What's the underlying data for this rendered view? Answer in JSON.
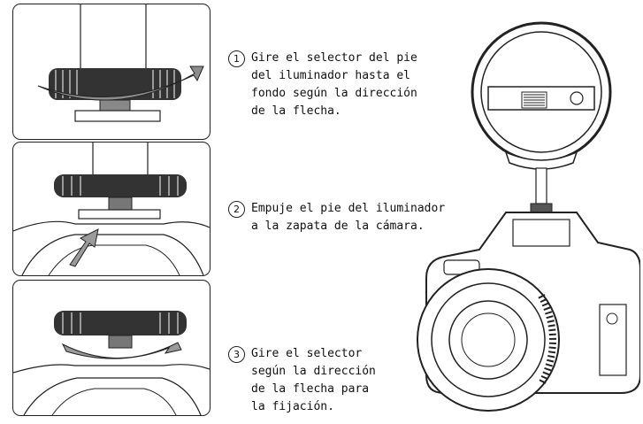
{
  "steps": [
    {
      "number": "1",
      "lines": [
        "Gire el selector del pie",
        "del iluminador hasta el",
        "fondo según la dirección",
        "de la flecha."
      ]
    },
    {
      "number": "2",
      "lines": [
        "Empuje el pie del iluminador",
        "a la zapata de la cámara."
      ]
    },
    {
      "number": "3",
      "lines": [
        "Gire el selector",
        "según la dirección",
        "de la flecha para",
        "la fijación."
      ]
    }
  ],
  "colors": {
    "line": "#222222",
    "arrow": "#9a9a9a",
    "background": "#ffffff"
  }
}
